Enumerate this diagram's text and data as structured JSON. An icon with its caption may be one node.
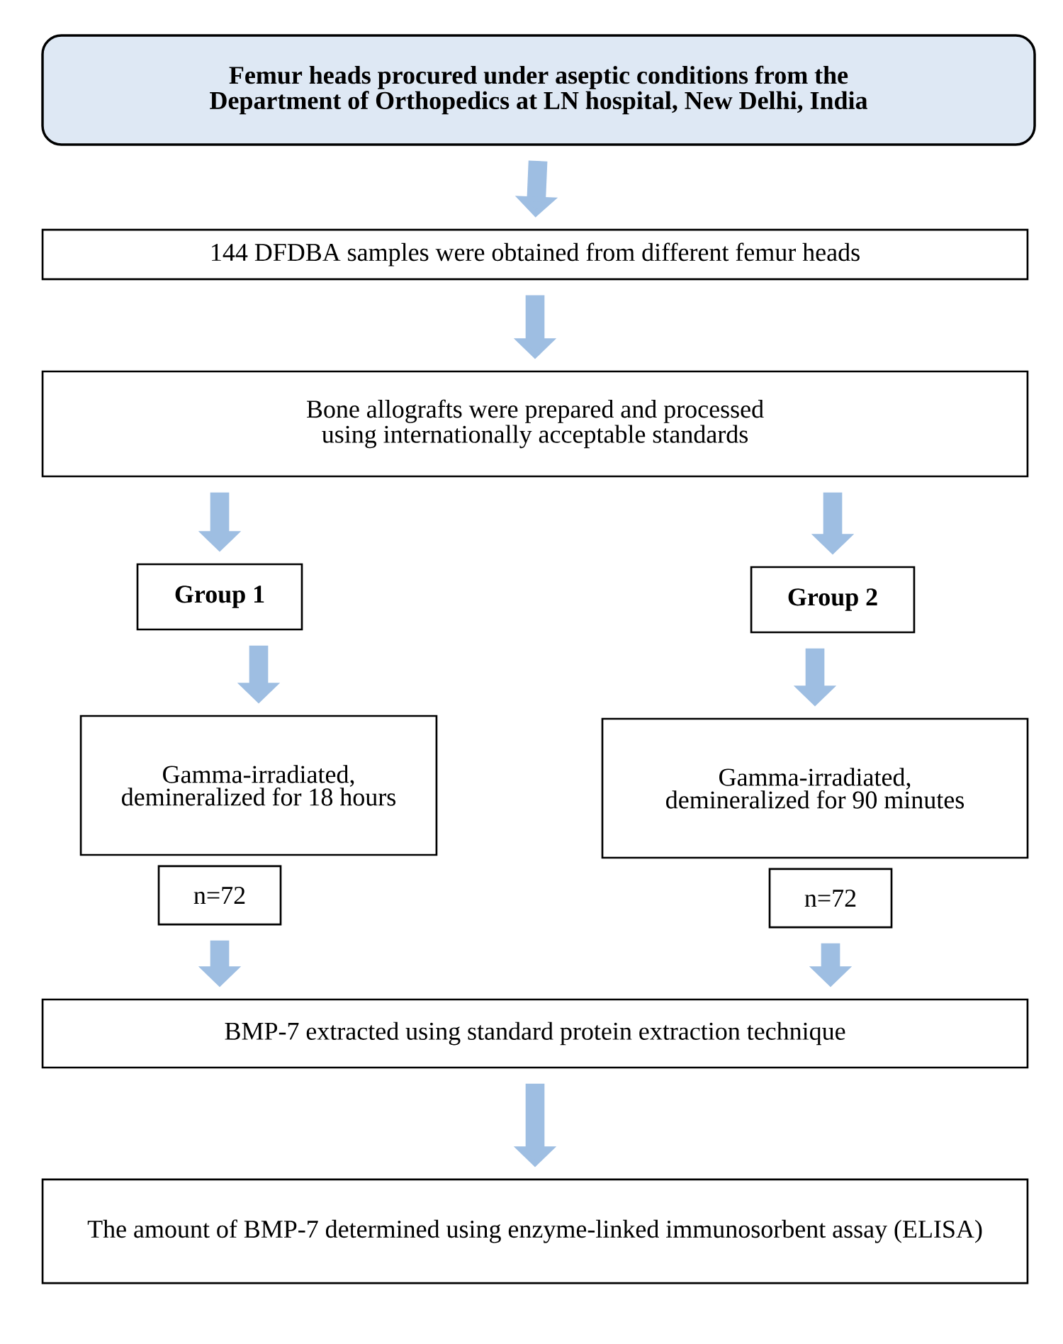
{
  "diagram": {
    "nodes": [
      {
        "text": [
          "Femur heads procured under aseptic conditions from the Department of Orthopedics at LN hospital, New Delhi, India"
        ]
      },
      {
        "text": [
          "144 DFDBA samples were obtained from different femur heads"
        ]
      },
      {
        "text": [
          "Bone allografts were prepared and processed using internationally acceptable standards"
        ]
      },
      {
        "text": [
          "Group 1"
        ]
      },
      {
        "text": [
          "Group 2"
        ]
      },
      {
        "text": [
          "Gamma-irradiated, demineralized for 18 hours"
        ]
      },
      {
        "text": [
          "Gamma-irradiated, demineralized for 90 minutes"
        ]
      },
      {
        "text": [
          "n=72"
        ]
      },
      {
        "text": [
          "n=72"
        ]
      },
      {
        "text": [
          "BMP-7 extracted using standard protein extraction technique"
        ]
      },
      {
        "text": [
          "The amount of BMP-7 determined using enzyme-linked immunosorbent assay (ELISA)"
        ]
      }
    ],
    "edges": [
      {
        "from": 0,
        "to": 1,
        "arrow": "to"
      },
      {
        "from": 1,
        "to": 2,
        "arrow": "to"
      },
      {
        "from": 2,
        "to": 3,
        "arrow": "to"
      },
      {
        "from": 2,
        "to": 4,
        "arrow": "to"
      },
      {
        "from": 3,
        "to": 5,
        "arrow": "to"
      },
      {
        "from": 4,
        "to": 6,
        "arrow": "to"
      },
      {
        "from": 7,
        "to": 9,
        "arrow": "to"
      },
      {
        "from": 8,
        "to": 9,
        "arrow": "to"
      },
      {
        "from": 9,
        "to": 10,
        "arrow": "to"
      }
    ]
  }
}
